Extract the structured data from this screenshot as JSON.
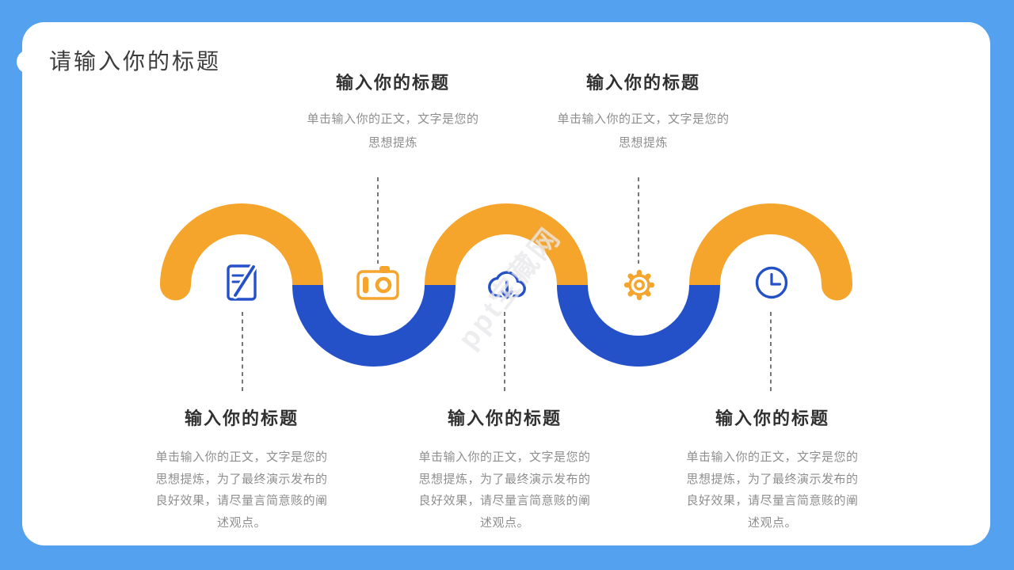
{
  "slide": {
    "title": "请输入你的标题"
  },
  "watermark": {
    "text": "ppt宝藏网"
  },
  "theme": {
    "bg": "#54A1F0",
    "card": "#FFFFFF",
    "orange": "#F5A42C",
    "blue": "#2551C8",
    "title_color": "#3D3D3D",
    "heading_color": "#303030",
    "body_color": "#8E8E8E",
    "dash_color": "#3D3D3D"
  },
  "steps": [
    {
      "icon": "edit-note-icon",
      "position": "bottom",
      "title": "输入你的标题",
      "body_lines": [
        "单击输入你的正文，文字是您的",
        "思想提炼，为了最终演示发布的",
        "良好效果，请尽量言简意赅的阐",
        "述观点。"
      ]
    },
    {
      "icon": "camera-icon",
      "position": "top",
      "title": "输入你的标题",
      "body_lines": [
        "单击输入你的正文，文字是您的",
        "思想提炼"
      ]
    },
    {
      "icon": "cloud-download-icon",
      "position": "bottom",
      "title": "输入你的标题",
      "body_lines": [
        "单击输入你的正文，文字是您的",
        "思想提炼，为了最终演示发布的",
        "良好效果，请尽量言简意赅的阐",
        "述观点。"
      ]
    },
    {
      "icon": "gear-icon",
      "position": "top",
      "title": "输入你的标题",
      "body_lines": [
        "单击输入你的正文，文字是您的",
        "思想提炼"
      ]
    },
    {
      "icon": "clock-icon",
      "position": "bottom",
      "title": "输入你的标题",
      "body_lines": [
        "单击输入你的正文，文字是您的",
        "思想提炼，为了最终演示发布的",
        "良好效果，请尽量言简意赅的阐",
        "述观点。"
      ]
    }
  ]
}
